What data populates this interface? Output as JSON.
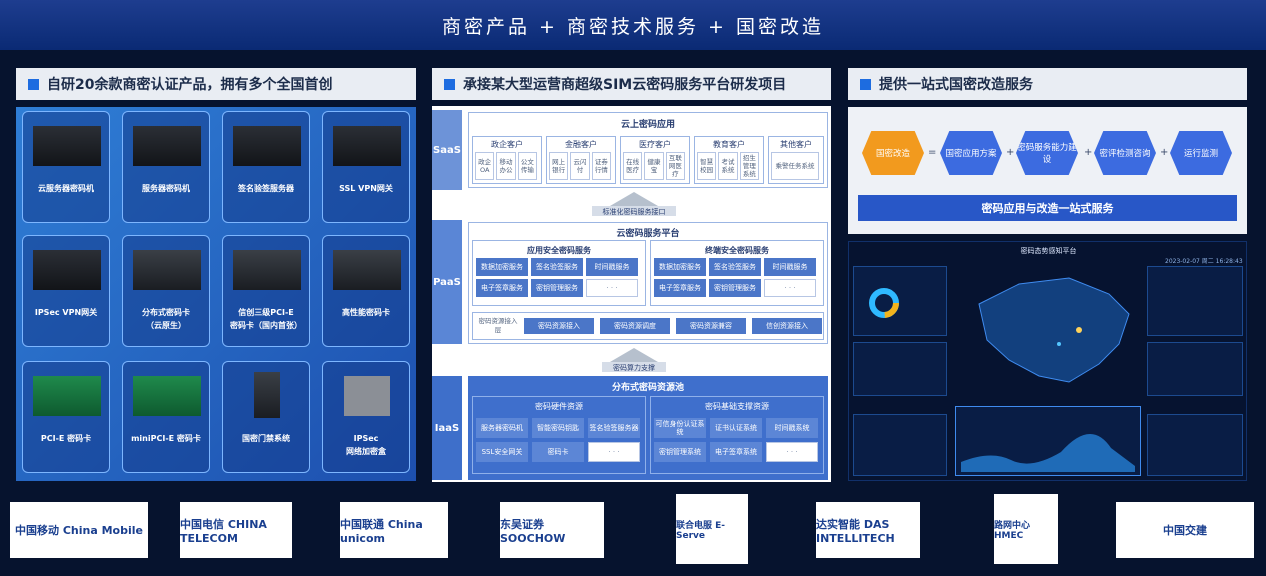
{
  "banner": {
    "title": "商密产品 + 商密技术服务 + 国密改造"
  },
  "left_panel": {
    "heading": "自研20余款商密认证产品，拥有多个全国首创",
    "products": [
      {
        "label": "云服务器密码机",
        "label2": ""
      },
      {
        "label": "服务器密码机",
        "label2": ""
      },
      {
        "label": "签名验签服务器",
        "label2": ""
      },
      {
        "label": "SSL VPN网关",
        "label2": ""
      },
      {
        "label": "IPSec VPN网关",
        "label2": ""
      },
      {
        "label": "分布式密码卡",
        "label2": "（云原生）"
      },
      {
        "label": "信创三级PCI-E",
        "label2": "密码卡（国内首张）"
      },
      {
        "label": "高性能密码卡",
        "label2": ""
      },
      {
        "label": "PCI-E 密码卡",
        "label2": ""
      },
      {
        "label": "miniPCI-E 密码卡",
        "label2": ""
      },
      {
        "label": "国密门禁系统",
        "label2": ""
      },
      {
        "label": "IPSec",
        "label2": "网络加密盒"
      }
    ]
  },
  "mid_panel": {
    "heading": "承接某大型运营商超级SIM云密码服务平台研发项目",
    "saas": {
      "layer": "SaaS",
      "title": "云上密码应用",
      "groups": [
        {
          "name": "政企客户",
          "items": [
            "政企OA",
            "移动办公",
            "公文传输"
          ]
        },
        {
          "name": "金融客户",
          "items": [
            "网上银行",
            "云闪付",
            "证券行情"
          ]
        },
        {
          "name": "医疗客户",
          "items": [
            "在线医疗",
            "健康宝",
            "互联网医疗"
          ]
        },
        {
          "name": "教育客户",
          "items": [
            "智慧校园",
            "考试系统",
            "招生管理系统"
          ]
        },
        {
          "name": "其他客户",
          "items": [
            "乘警任务系统"
          ]
        }
      ]
    },
    "api_label": "标准化密码服务接口",
    "paas": {
      "layer": "PaaS",
      "title": "云密码服务平台",
      "app_title": "应用安全密码服务",
      "app_items": [
        "数据加密服务",
        "签名验签服务",
        "时间戳服务",
        "电子签章服务",
        "密钥管理服务",
        "· · ·"
      ],
      "term_title": "终端安全密码服务",
      "term_items": [
        "数据加密服务",
        "签名验签服务",
        "时间戳服务",
        "电子签章服务",
        "密钥管理服务",
        "· · ·"
      ],
      "access_label": "密码资源接入层",
      "access_items": [
        "密码资源接入",
        "密码资源调度",
        "密码资源兼容",
        "信创资源接入"
      ]
    },
    "power_label": "密码算力支撑",
    "iaas": {
      "layer": "IaaS",
      "title": "分布式密码资源池",
      "hw_title": "密码硬件资源",
      "hw_items": [
        "服务器密码机",
        "智能密码钥匙",
        "签名验签服务器",
        "SSL安全网关",
        "密码卡",
        "· · ·"
      ],
      "base_title": "密码基础支撑资源",
      "base_items": [
        "可信身份认证系统",
        "证书认证系统",
        "时间戳系统",
        "密钥管理系统",
        "电子签章系统",
        "· · ·"
      ]
    }
  },
  "right_panel": {
    "heading": "提供一站式国密改造服务",
    "steps": [
      "国密改造",
      "国密应用方案",
      "密码服务能力建设",
      "密评检测咨询",
      "运行监测"
    ],
    "ops": [
      "=",
      "+",
      "+",
      "+"
    ],
    "summary": "密码应用与改造一站式服务",
    "dashboard": {
      "title": "密码态势感知平台",
      "date": "2023-02-07 周二 16:28:43"
    }
  },
  "logos": [
    "中国移动 China Mobile",
    "中国电信 CHINA TELECOM",
    "中国联通 China unicom",
    "东吴证券 SOOCHOW",
    "联合电服 E-Serve",
    "达实智能 DAS INTELLITECH",
    "路网中心 HMEC",
    "中国交建"
  ]
}
